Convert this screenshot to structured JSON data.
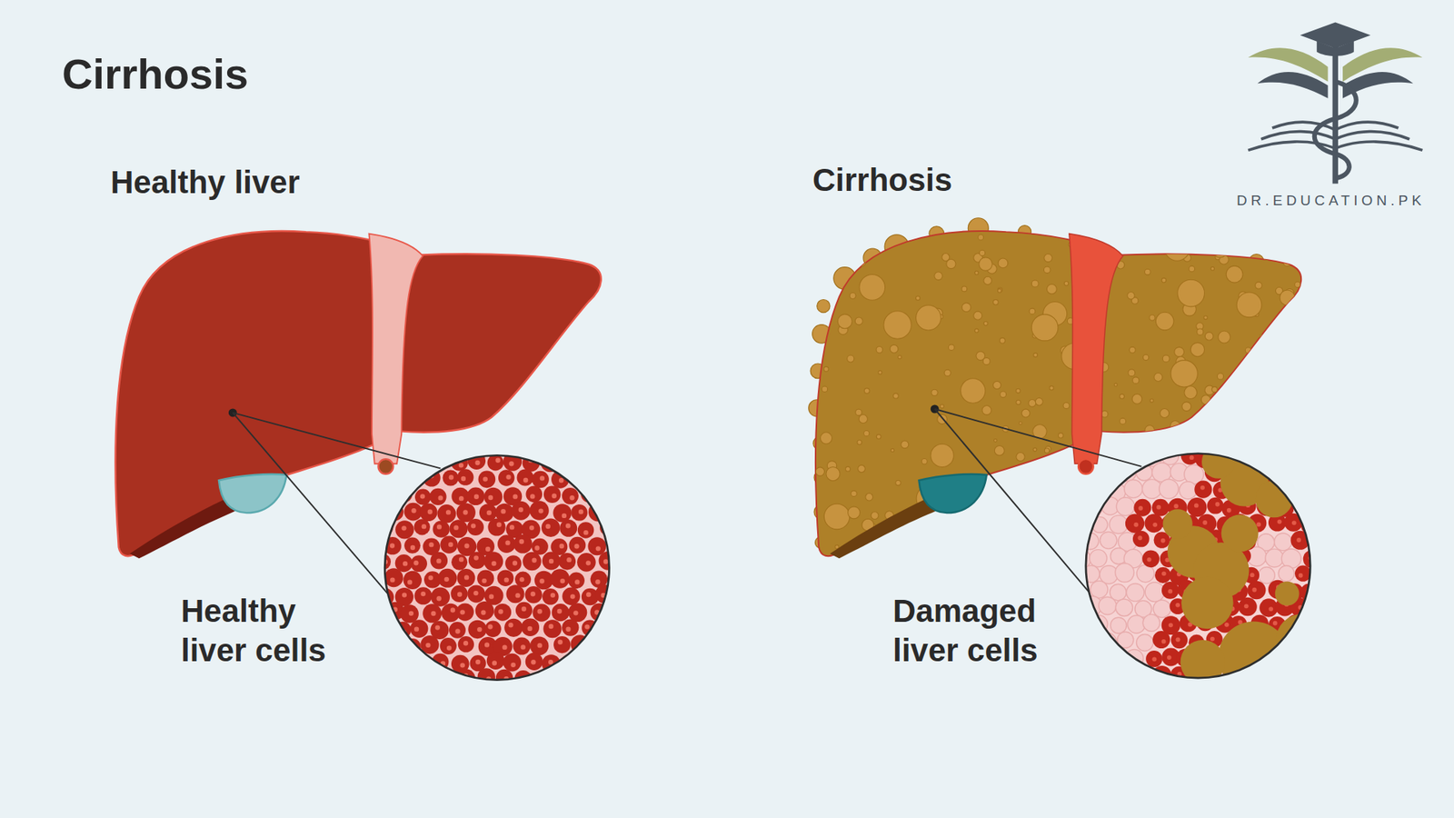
{
  "diagram": {
    "title": "Cirrhosis",
    "labels": [
      "Healthy liver",
      "Cirrhosis",
      "Healthy liver cells",
      "Damaged liver cells",
      "DR.EDUCATION.PK"
    ]
  }
}
